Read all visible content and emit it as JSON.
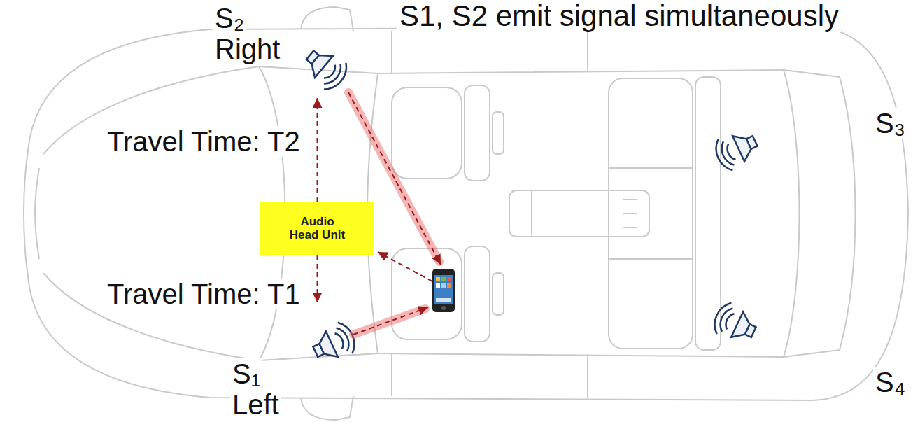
{
  "diagram": {
    "title": "S1, S2 emit signal simultaneously",
    "nodes": [
      {
        "text": [
          "S₂",
          "Right"
        ]
      },
      {
        "text": [
          "Audio Head Unit"
        ]
      },
      {
        "text": [
          "S₁",
          "Left"
        ]
      },
      {
        "text": [
          "S₃"
        ]
      },
      {
        "text": [
          "S₄"
        ]
      }
    ],
    "edges": [
      {
        "from": 1,
        "to": 0,
        "arrow": "to"
      },
      {
        "from": 1,
        "to": 2,
        "arrow": "to"
      }
    ],
    "labels": [
      "Travel Time: T2",
      "Travel Time: T1"
    ]
  }
}
